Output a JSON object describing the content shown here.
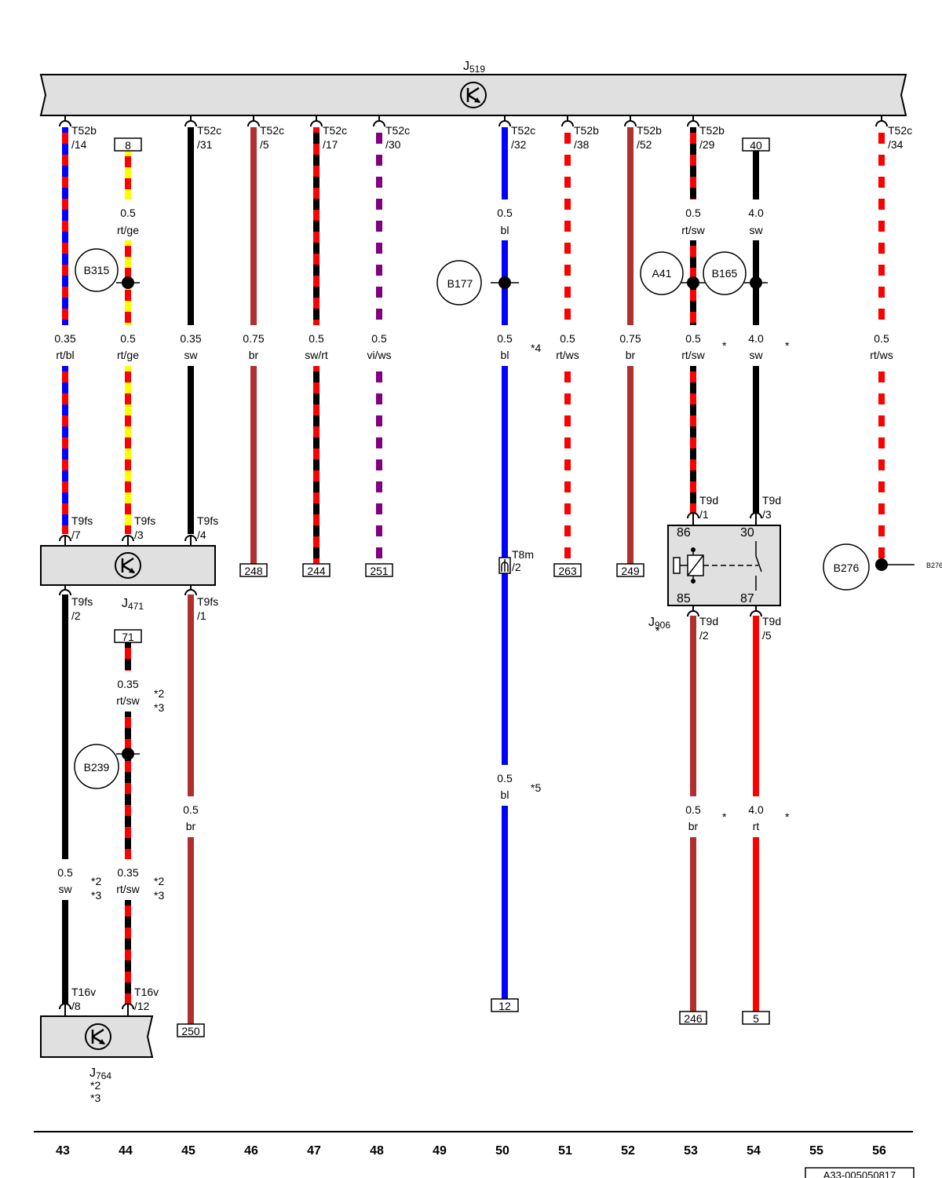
{
  "colors": {
    "rt": "#ff0000",
    "bl": "#0000ff",
    "sw": "#000000",
    "ge": "#ffff00",
    "ws": "#ffffff",
    "br": "#b03030",
    "vi": "#800080",
    "box_fill": "#e0e0e0"
  },
  "icon_names": [
    "control-unit-symbol",
    "connector-arc-icon",
    "splice-dot"
  ],
  "modules": {
    "j519": {
      "label": "J",
      "sub": "519"
    },
    "j471": {
      "label": "J",
      "sub": "471"
    },
    "j764": {
      "label": "J",
      "sub": "764",
      "notes": [
        "*2",
        "*3"
      ]
    },
    "j906": {
      "label": "J",
      "sub": "906",
      "note": "*"
    }
  },
  "relay_pins": {
    "p86": "86",
    "p30": "30",
    "p85": "85",
    "p87": "87"
  },
  "connectors": {
    "c43top": {
      "a": "T52b",
      "b": "/14"
    },
    "c45top": {
      "a": "T52c",
      "b": "/31"
    },
    "c46top": {
      "a": "T52c",
      "b": "/5"
    },
    "c47top": {
      "a": "T52c",
      "b": "/17"
    },
    "c48top": {
      "a": "T52c",
      "b": "/30"
    },
    "c50top": {
      "a": "T52c",
      "b": "/32"
    },
    "c51top": {
      "a": "T52b",
      "b": "/38"
    },
    "c52top": {
      "a": "T52b",
      "b": "/52"
    },
    "c53top": {
      "a": "T52b",
      "b": "/29"
    },
    "c56top": {
      "a": "T52c",
      "b": "/34"
    },
    "c43mid": {
      "a": "T9fs",
      "b": "/7"
    },
    "c44mid": {
      "a": "T9fs",
      "b": "/3"
    },
    "c45mid": {
      "a": "T9fs",
      "b": "/4"
    },
    "c43low": {
      "a": "T9fs",
      "b": "/2"
    },
    "c45low": {
      "a": "T9fs",
      "b": "/1"
    },
    "c50mid": {
      "a": "T8m",
      "b": "/2"
    },
    "c53mid": {
      "a": "T9d",
      "b": "/1"
    },
    "c54mid": {
      "a": "T9d",
      "b": "/3"
    },
    "c53low": {
      "a": "T9d",
      "b": "/2"
    },
    "c54low": {
      "a": "T9d",
      "b": "/5"
    },
    "c43bot": {
      "a": "T16v",
      "b": "/8"
    },
    "c44bot": {
      "a": "T16v",
      "b": "/12"
    }
  },
  "refs": {
    "r44top": "8",
    "r54top": "40",
    "r46": "248",
    "r47": "244",
    "r48": "251",
    "r51": "263",
    "r52": "249",
    "r44mid": "71",
    "r45bot": "250",
    "r50bot": "12",
    "r53bot": "246",
    "r54bot": "5"
  },
  "splices": {
    "b315": "B315",
    "b177": "B177",
    "a41": "A41",
    "b165": "B165",
    "b239": "B239",
    "b276": "B276"
  },
  "offpage": {
    "b276_cut": "B276"
  },
  "wires": {
    "w43a": {
      "size": "0.35",
      "color": "rt/bl"
    },
    "w44a": {
      "size": "0.5",
      "color": "rt/ge"
    },
    "w44b": {
      "size": "0.5",
      "color": "rt/ge"
    },
    "w45a": {
      "size": "0.35",
      "color": "sw"
    },
    "w46a": {
      "size": "0.75",
      "color": "br"
    },
    "w47a": {
      "size": "0.5",
      "color": "sw/rt"
    },
    "w48a": {
      "size": "0.5",
      "color": "vi/ws"
    },
    "w50a": {
      "size": "0.5",
      "color": "bl"
    },
    "w50b": {
      "size": "0.5",
      "color": "bl"
    },
    "w50c": {
      "size": "0.5",
      "color": "bl"
    },
    "w51a": {
      "size": "0.5",
      "color": "rt/ws"
    },
    "w52a": {
      "size": "0.75",
      "color": "br"
    },
    "w53a": {
      "size": "0.5",
      "color": "rt/sw"
    },
    "w53b": {
      "size": "0.5",
      "color": "rt/sw"
    },
    "w54a": {
      "size": "4.0",
      "color": "sw"
    },
    "w54b": {
      "size": "4.0",
      "color": "sw"
    },
    "w56a": {
      "size": "0.5",
      "color": "rt/ws"
    },
    "w44c": {
      "size": "0.35",
      "color": "rt/sw"
    },
    "w45b": {
      "size": "0.5",
      "color": "br"
    },
    "w43b": {
      "size": "0.5",
      "color": "sw"
    },
    "w44d": {
      "size": "0.35",
      "color": "rt/sw"
    },
    "w53c": {
      "size": "0.5",
      "color": "br"
    },
    "w54c": {
      "size": "4.0",
      "color": "rt"
    }
  },
  "notes": {
    "n50a": "*4",
    "n50b": "*5",
    "n53a": "*",
    "n54a": "*",
    "n53b": "*",
    "n54b": "*",
    "n44a1": "*2",
    "n44a2": "*3",
    "n43b1": "*2",
    "n43b2": "*3",
    "n44b1": "*2",
    "n44b2": "*3"
  },
  "columns": [
    "43",
    "44",
    "45",
    "46",
    "47",
    "48",
    "49",
    "50",
    "51",
    "52",
    "53",
    "54",
    "55",
    "56"
  ],
  "footer_code": "A33-005050817"
}
